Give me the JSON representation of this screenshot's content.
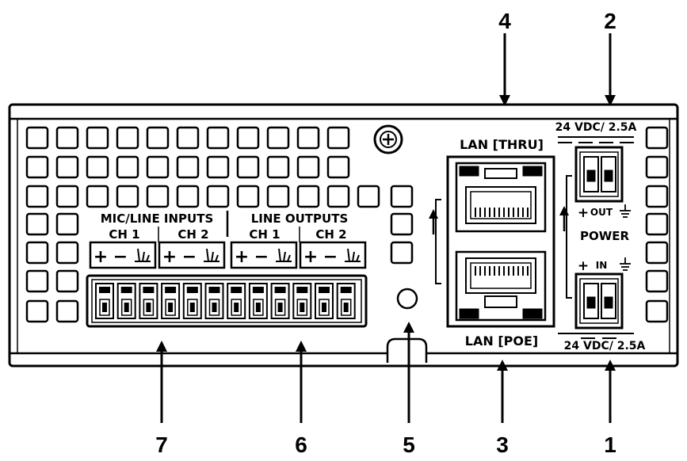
{
  "callouts": {
    "c1": "1",
    "c2": "2",
    "c3": "3",
    "c4": "4",
    "c5": "5",
    "c6": "6",
    "c7": "7"
  },
  "panel_labels": {
    "mic_line_inputs": "MIC/LINE INPUTS",
    "line_outputs": "LINE OUTPUTS",
    "in_ch1": "CH 1",
    "in_ch2": "CH 2",
    "out_ch1": "CH 1",
    "out_ch2": "CH 2",
    "lan_thru": "LAN [THRU]",
    "lan_poe": "LAN [POE]",
    "power": "POWER",
    "power_out": "OUT",
    "power_in": "IN",
    "rating_top": "24 VDC/ 2.5A",
    "rating_bottom": "24 VDC/ 2.5A",
    "plus": "+",
    "minus": "−"
  },
  "colors": {
    "ink": "#000000",
    "panel": "#ffffff"
  }
}
